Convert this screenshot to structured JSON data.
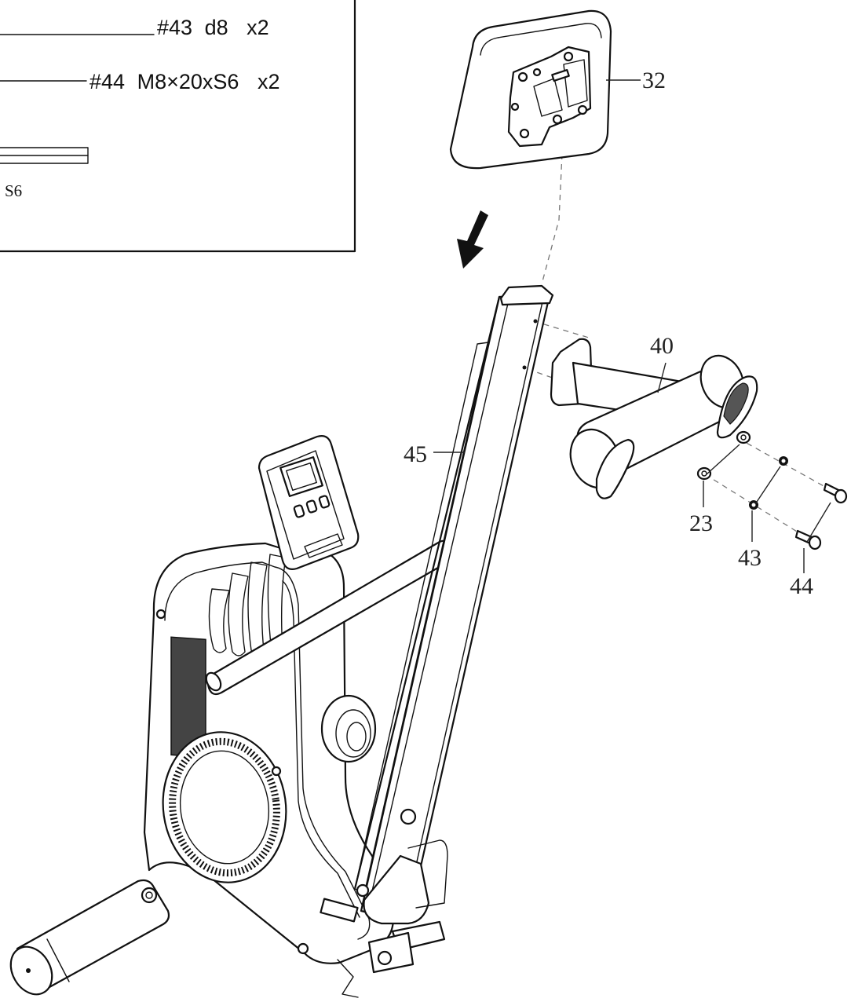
{
  "hardware_box": {
    "items": [
      {
        "part": "#43",
        "spec": "d8",
        "qty": "x2"
      },
      {
        "part": "#44",
        "spec": "M8×20xS6",
        "qty": "x2"
      }
    ],
    "tool_label": "S6"
  },
  "callouts": {
    "seat": "32",
    "footrest_bar": "40",
    "rail": "45",
    "washer": "23",
    "spring_washer": "43",
    "bolt": "44"
  },
  "icons": {
    "arrow": "insert-direction-arrow-icon"
  }
}
